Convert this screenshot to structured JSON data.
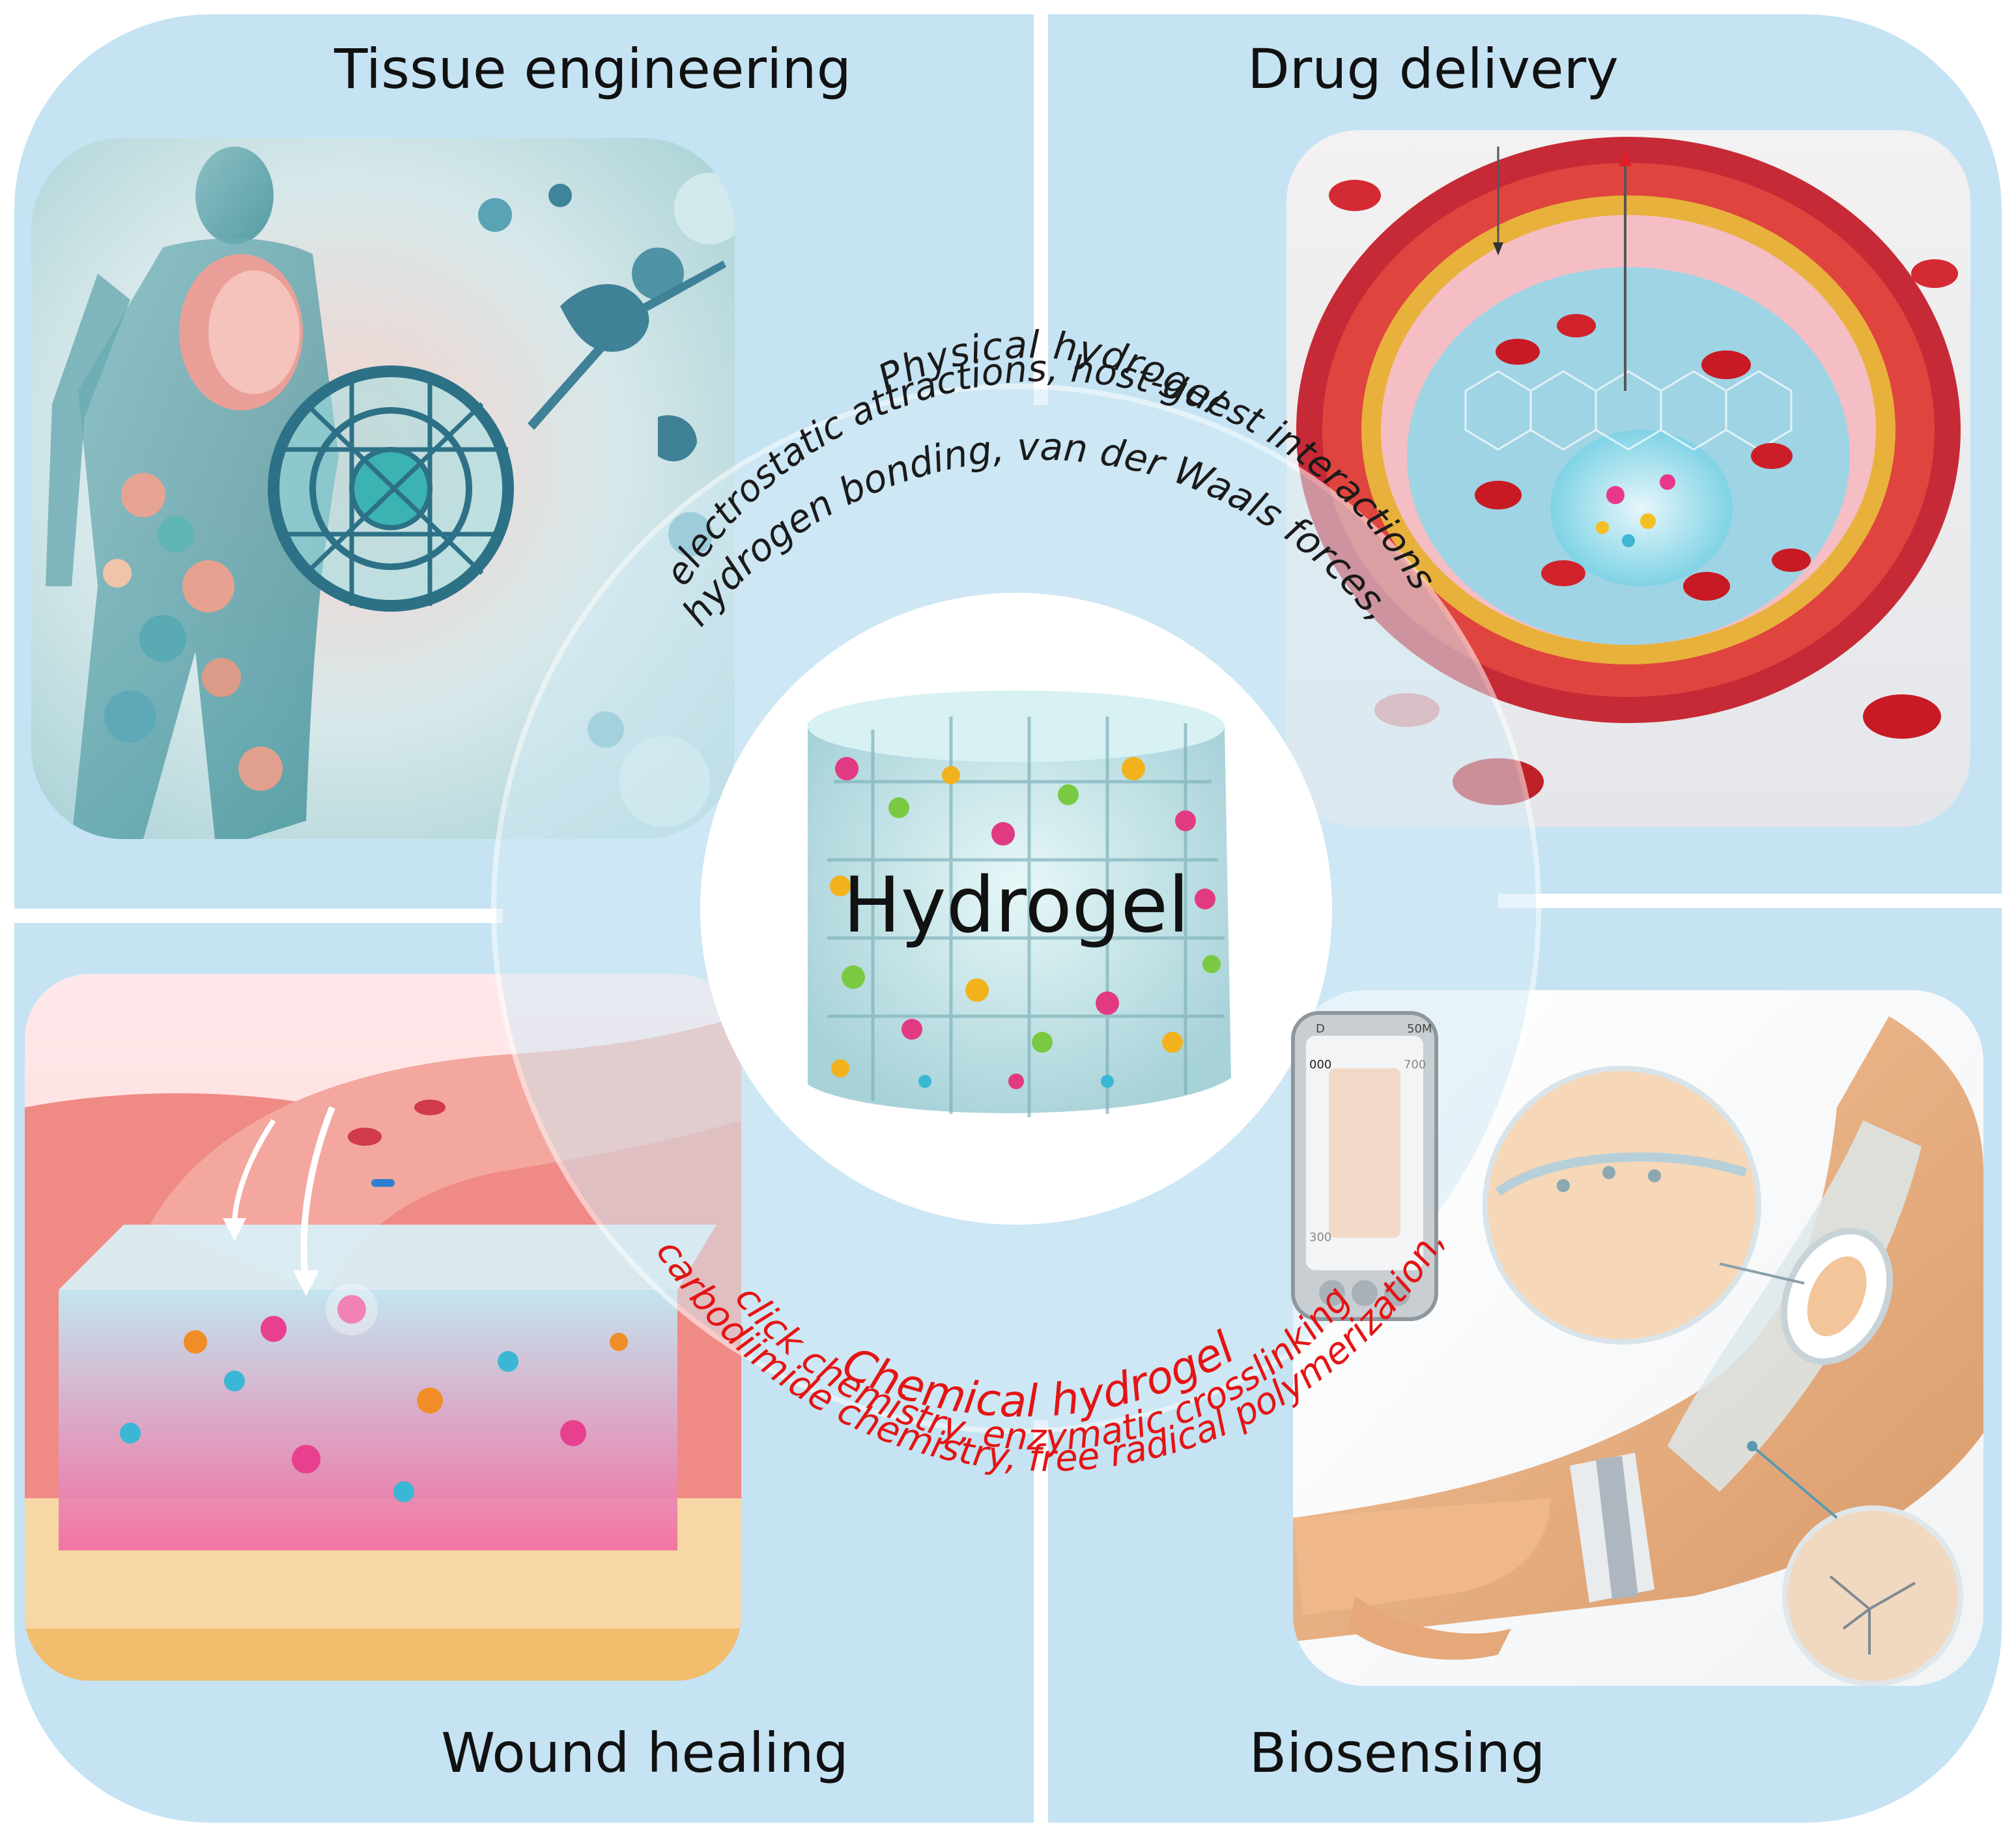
{
  "quadrants": {
    "tissue_engineering": {
      "title": "Tissue engineering"
    },
    "drug_delivery": {
      "title": "Drug delivery"
    },
    "wound_healing": {
      "title": "Wound healing"
    },
    "biosensing": {
      "title": "Biosensing"
    }
  },
  "center": {
    "label": "Hydrogel"
  },
  "physical_ring": {
    "title": "Physical hydrogel",
    "line1": "hydrogen bonding, van der Waals forces,",
    "line2": "electrostatic attractions, host-guest interactions"
  },
  "chemical_ring": {
    "line1": "carbodiimide chemistry, free radical polymerization,",
    "line2": "click chemistry, enzymatic crosslinking",
    "title": "Chemical hydrogel"
  },
  "phone_screen": {
    "top_left": "D",
    "top_right": "50M",
    "left_value": "000",
    "right_value": "700",
    "bottom_value": "300"
  },
  "colors": {
    "panel_blue": "#c5e3f3",
    "physical_text": "#1a1a1a",
    "chemical_text": "#e41414",
    "ring_white": "#ffffff"
  }
}
